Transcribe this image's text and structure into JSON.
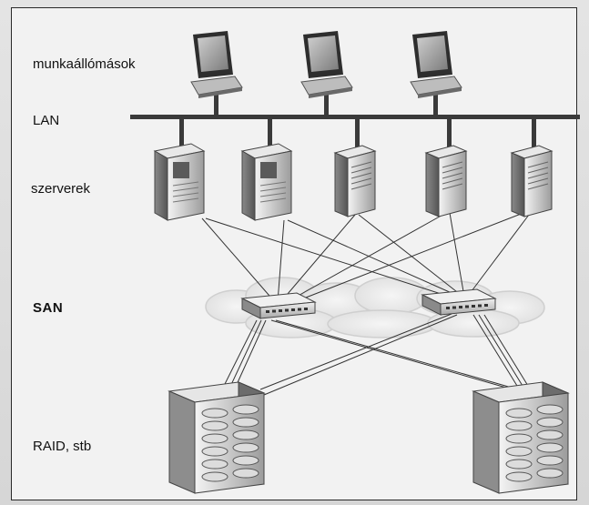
{
  "labels": {
    "workstations": "munkaállómások",
    "lan": "LAN",
    "servers": "szerverek",
    "san": "SAN",
    "raid": "RAID, stb"
  },
  "icons": {
    "workstation": "computer-monitor-icon",
    "server": "server-tower-icon",
    "switch": "network-switch-icon",
    "storage": "disk-array-icon"
  },
  "colors": {
    "line": "#222222",
    "device_light": "#d8d8d8",
    "device_mid": "#9a9a9a",
    "device_dark": "#4a4a4a",
    "cloud": "#e7e7e7"
  }
}
